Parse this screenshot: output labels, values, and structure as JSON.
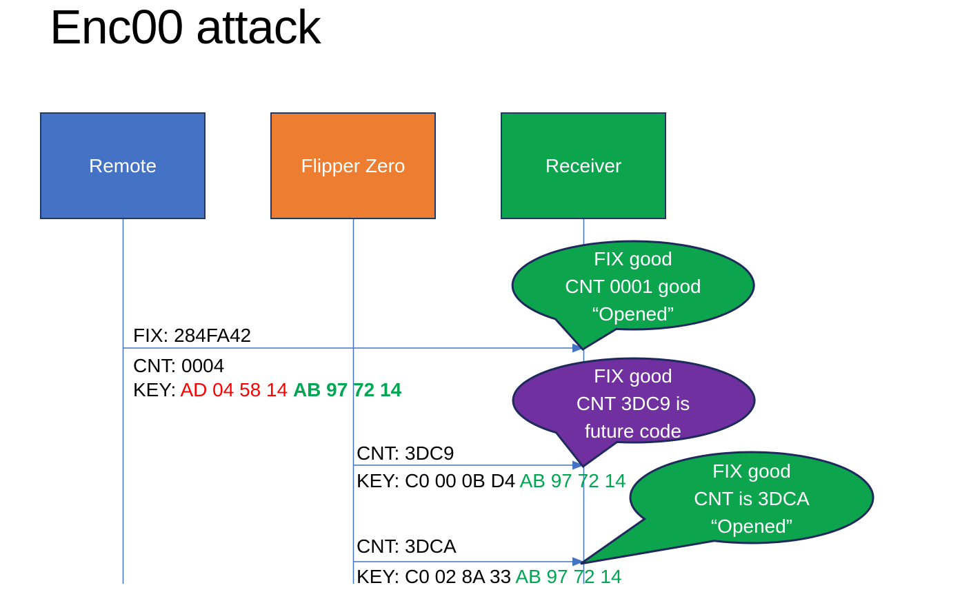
{
  "title": "Enc00 attack",
  "colors": {
    "remote_fill": "#4472C4",
    "flipper_fill": "#ED7D31",
    "receiver_fill": "#0DA44E",
    "purple_bubble_fill": "#7030A0",
    "box_border": "#1F3864",
    "bubble_border": "#1F2A5C",
    "connector_blue": "#4472C4",
    "text_red": "#FF0000",
    "text_green": "#00A651",
    "text_black": "#000000"
  },
  "actors": [
    {
      "label": "Remote"
    },
    {
      "label": "Flipper Zero"
    },
    {
      "label": "Receiver"
    }
  ],
  "messages": [
    {
      "from": "Remote",
      "to": "Receiver",
      "lines": [
        {
          "segments": [
            {
              "text": "FIX: 284FA42",
              "style": "black"
            }
          ]
        },
        {
          "segments": [
            {
              "text": "CNT: 0004",
              "style": "black"
            }
          ]
        },
        {
          "segments": [
            {
              "text": "KEY: ",
              "style": "black"
            },
            {
              "text": "AD 04 58 14 ",
              "style": "red"
            },
            {
              "text": "AB 97 72 14",
              "style": "green-bold"
            }
          ]
        }
      ]
    },
    {
      "from": "Flipper Zero",
      "to": "Receiver",
      "lines": [
        {
          "segments": [
            {
              "text": "CNT: 3DC9",
              "style": "black"
            }
          ]
        },
        {
          "segments": [
            {
              "text": "KEY: C0 00 0B D4 ",
              "style": "black"
            },
            {
              "text": "AB 97 72 14",
              "style": "green"
            }
          ]
        }
      ]
    },
    {
      "from": "Flipper Zero",
      "to": "Receiver",
      "lines": [
        {
          "segments": [
            {
              "text": "CNT: 3DCA",
              "style": "black"
            }
          ]
        },
        {
          "segments": [
            {
              "text": "KEY: C0 02 8A 33 ",
              "style": "black"
            },
            {
              "text": "AB 97 72 14",
              "style": "green"
            }
          ]
        }
      ]
    }
  ],
  "bubbles": [
    {
      "color": "green",
      "lines": [
        "FIX good",
        "CNT 0001 good",
        "“Opened”"
      ]
    },
    {
      "color": "purple",
      "lines": [
        "FIX good",
        "CNT 3DC9 is",
        "future code"
      ]
    },
    {
      "color": "green",
      "lines": [
        "FIX good",
        "CNT is 3DCA",
        "“Opened”"
      ]
    }
  ]
}
